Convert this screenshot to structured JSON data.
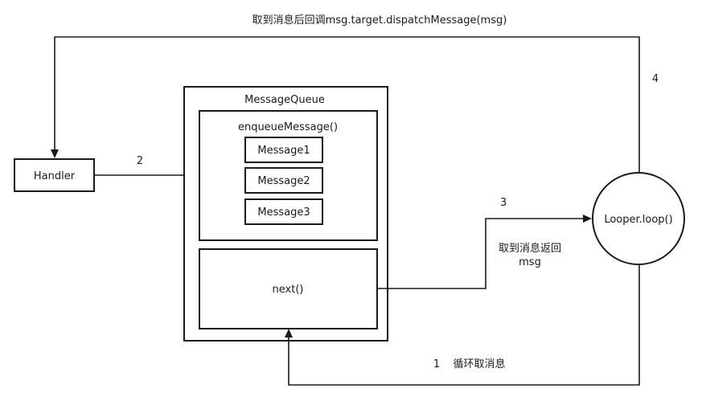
{
  "labels": {
    "top_edge": "取到消息后回调msg.target.dispatchMessage(msg)",
    "step_4": "4",
    "step_2": "2",
    "step_3": "3",
    "step_3_desc_line1": "取到消息返回",
    "step_3_desc_line2": "msg",
    "step_1": "1",
    "step_1_desc": "循环取消息"
  },
  "nodes": {
    "handler": "Handler",
    "message_queue": "MessageQueue",
    "enqueue": "enqueueMessage()",
    "messages": [
      "Message1",
      "Message2",
      "Message3"
    ],
    "next": "next()",
    "looper": "Looper.loop()"
  }
}
